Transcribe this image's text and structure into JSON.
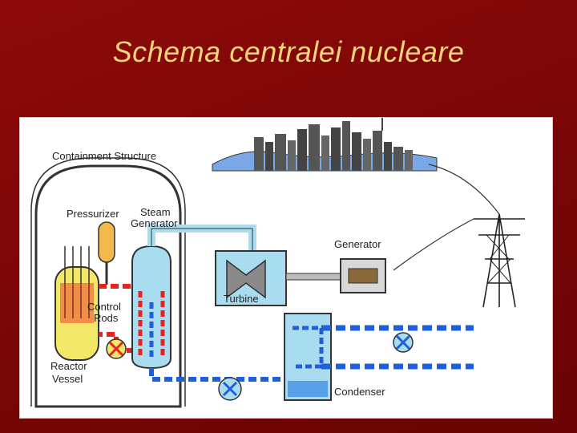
{
  "slide": {
    "title": "Schema centralei nucleare"
  },
  "diagram": {
    "labels": {
      "containment": "Containment Structure",
      "pressurizer": "Pressurizer",
      "steam_1": "Steam",
      "steam_2": "Generator",
      "generator": "Generator",
      "control_1": "Control",
      "control_2": "Rods",
      "turbine": "Turbine",
      "reactor_1": "Reactor",
      "reactor_2": "Vessel",
      "condenser": "Condenser"
    },
    "colors": {
      "primary_loop": "#e8231c",
      "secondary_loop": "#1f5fd8",
      "vessel_fill": "#f2e766",
      "steam_fill": "#a9dcef",
      "structure": "#333333"
    }
  }
}
